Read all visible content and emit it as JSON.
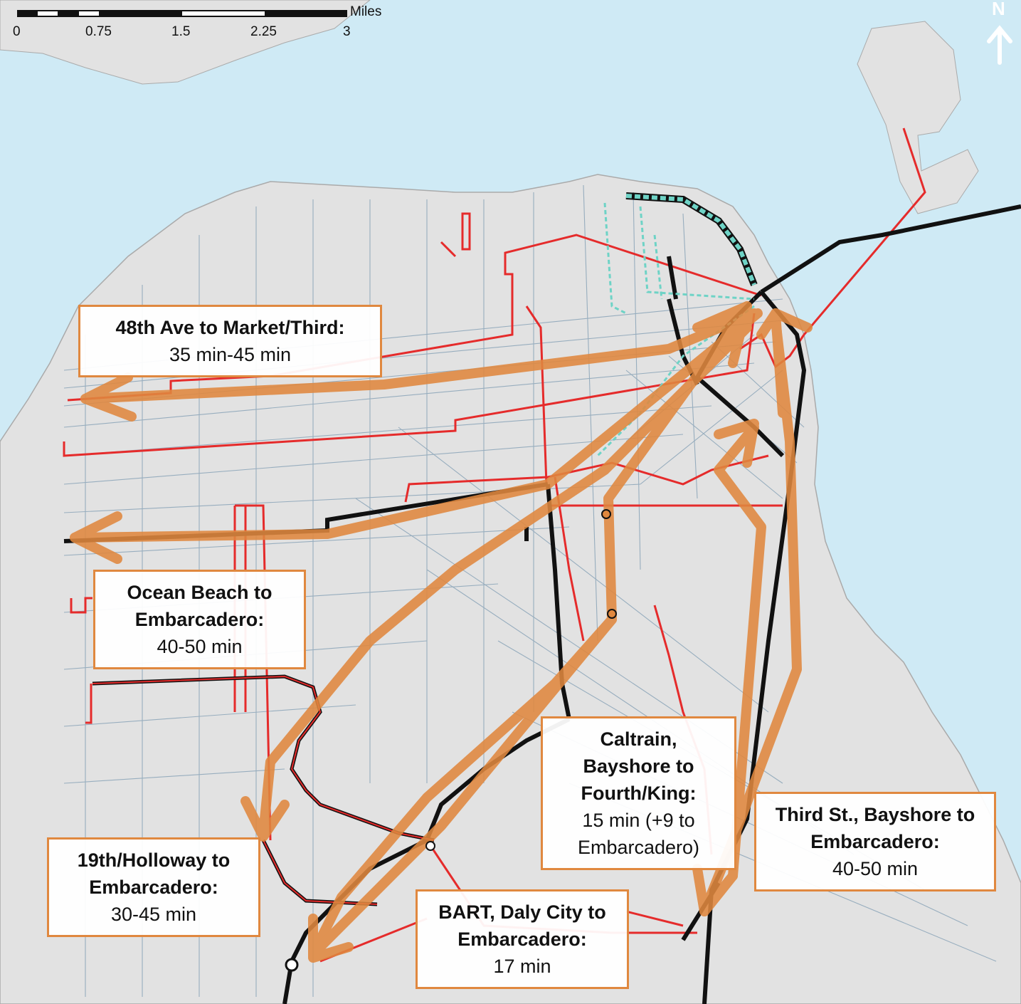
{
  "scale": {
    "ticks": [
      "0",
      "0.75",
      "1.5",
      "2.25",
      "3"
    ],
    "unit": "Miles"
  },
  "north": {
    "label": "N",
    "icon": "north-arrow-icon"
  },
  "colors": {
    "water": "#cfeaf5",
    "land": "#e2e2e2",
    "street": "#8aa4b8",
    "muni_rail": "#e52b2b",
    "regional_rail": "#111111",
    "streetcar": "#6ed3c6",
    "travel_arrow": "#e0883f"
  },
  "callouts": [
    {
      "id": "48th-ave",
      "title": "48th Ave to Market/Third:",
      "time": "35 min-45 min"
    },
    {
      "id": "ocean-beach",
      "title": "Ocean Beach to Embarcadero:",
      "time": "40-50 min"
    },
    {
      "id": "caltrain",
      "title": "Caltrain, Bayshore to Fourth/King:",
      "time": "15 min (+9 to Embarcadero)"
    },
    {
      "id": "third-st",
      "title": "Third St., Bayshore to Embarcadero:",
      "time": "40-50 min"
    },
    {
      "id": "19th-holloway",
      "title": "19th/Holloway to Embarcadero:",
      "time": "30-45 min"
    },
    {
      "id": "bart",
      "title": "BART, Daly City to Embarcadero:",
      "time": "17 min"
    }
  ]
}
